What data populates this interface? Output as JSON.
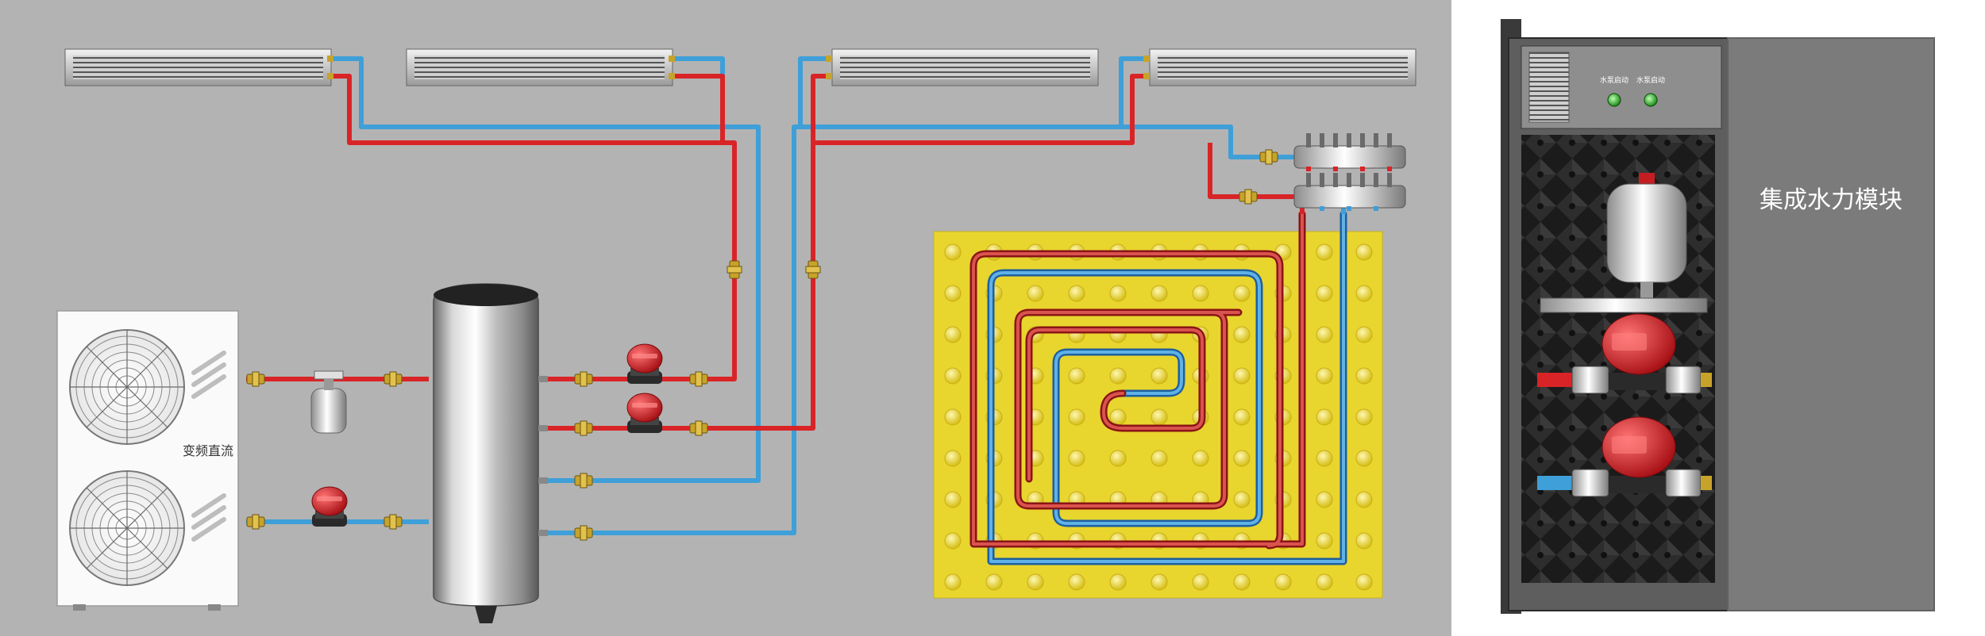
{
  "outdoor_unit": {
    "label": "变频直流"
  },
  "cabinet": {
    "title": "集成水力模块",
    "indicator_1_label": "水泵启动",
    "indicator_2_label": "水泵启动"
  },
  "colors": {
    "background": "#b3b3b3",
    "hot_pipe": "#d92427",
    "cold_pipe": "#3f9fd8",
    "floor_mat": "#e8d52e",
    "pump_red": "#d8262c",
    "cabinet_gray": "#7b7b7b",
    "valve_brass": "#c8a32a"
  }
}
